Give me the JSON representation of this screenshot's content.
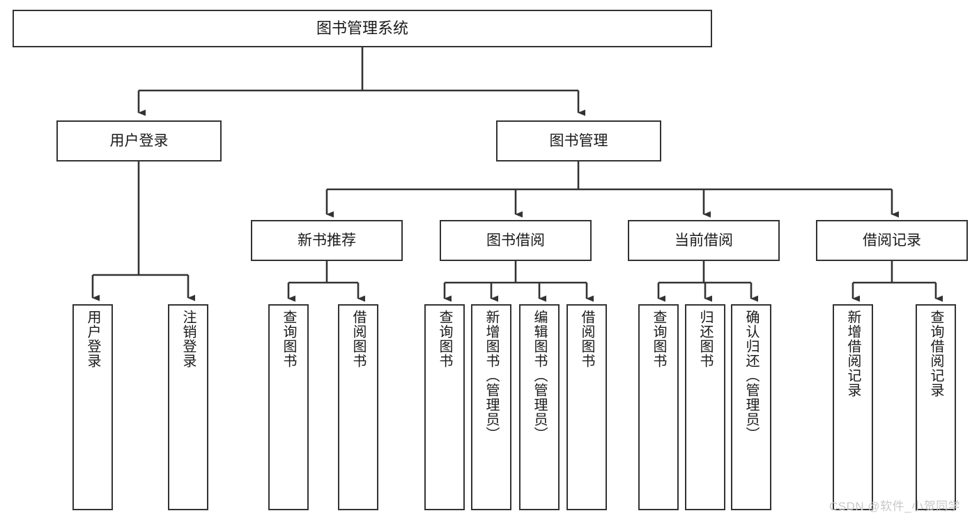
{
  "diagram": {
    "title": "图书管理系统",
    "type": "tree-hierarchy",
    "root": {
      "id": "root",
      "label": "图书管理系统"
    },
    "level1": [
      {
        "id": "user-login",
        "label": "用户登录"
      },
      {
        "id": "book-manage",
        "label": "图书管理"
      }
    ],
    "level2": [
      {
        "id": "new-book-rec",
        "label": "新书推荐",
        "parent": "book-manage"
      },
      {
        "id": "book-borrow",
        "label": "图书借阅",
        "parent": "book-manage"
      },
      {
        "id": "current-borrow",
        "label": "当前借阅",
        "parent": "book-manage"
      },
      {
        "id": "borrow-record",
        "label": "借阅记录",
        "parent": "book-manage"
      }
    ],
    "leaves": [
      {
        "id": "leaf-user-login",
        "label": "用户登录",
        "parent": "user-login"
      },
      {
        "id": "leaf-logout-login",
        "label": "注销登录",
        "parent": "user-login"
      },
      {
        "id": "leaf-query-book-1",
        "label": "查询图书",
        "parent": "new-book-rec"
      },
      {
        "id": "leaf-borrow-book-1",
        "label": "借阅图书",
        "parent": "new-book-rec"
      },
      {
        "id": "leaf-query-book-2",
        "label": "查询图书",
        "parent": "book-borrow"
      },
      {
        "id": "leaf-add-book",
        "label": "新增图书（管理员）",
        "parent": "book-borrow"
      },
      {
        "id": "leaf-edit-book",
        "label": "编辑图书（管理员）",
        "parent": "book-borrow"
      },
      {
        "id": "leaf-borrow-book-2",
        "label": "借阅图书",
        "parent": "book-borrow"
      },
      {
        "id": "leaf-query-book-3",
        "label": "查询图书",
        "parent": "current-borrow"
      },
      {
        "id": "leaf-return-book",
        "label": "归还图书",
        "parent": "current-borrow"
      },
      {
        "id": "leaf-confirm-return",
        "label": "确认归还（管理员）",
        "parent": "current-borrow"
      },
      {
        "id": "leaf-add-record",
        "label": "新增借阅记录",
        "parent": "borrow-record"
      },
      {
        "id": "leaf-query-record",
        "label": "查询借阅记录",
        "parent": "borrow-record"
      }
    ],
    "watermark": "CSDN @软件_小贺同学",
    "colors": {
      "border": "#333333",
      "background": "#ffffff",
      "text": "#1a1a1a",
      "edge": "#333333",
      "watermark": "#c9c9c9"
    }
  }
}
